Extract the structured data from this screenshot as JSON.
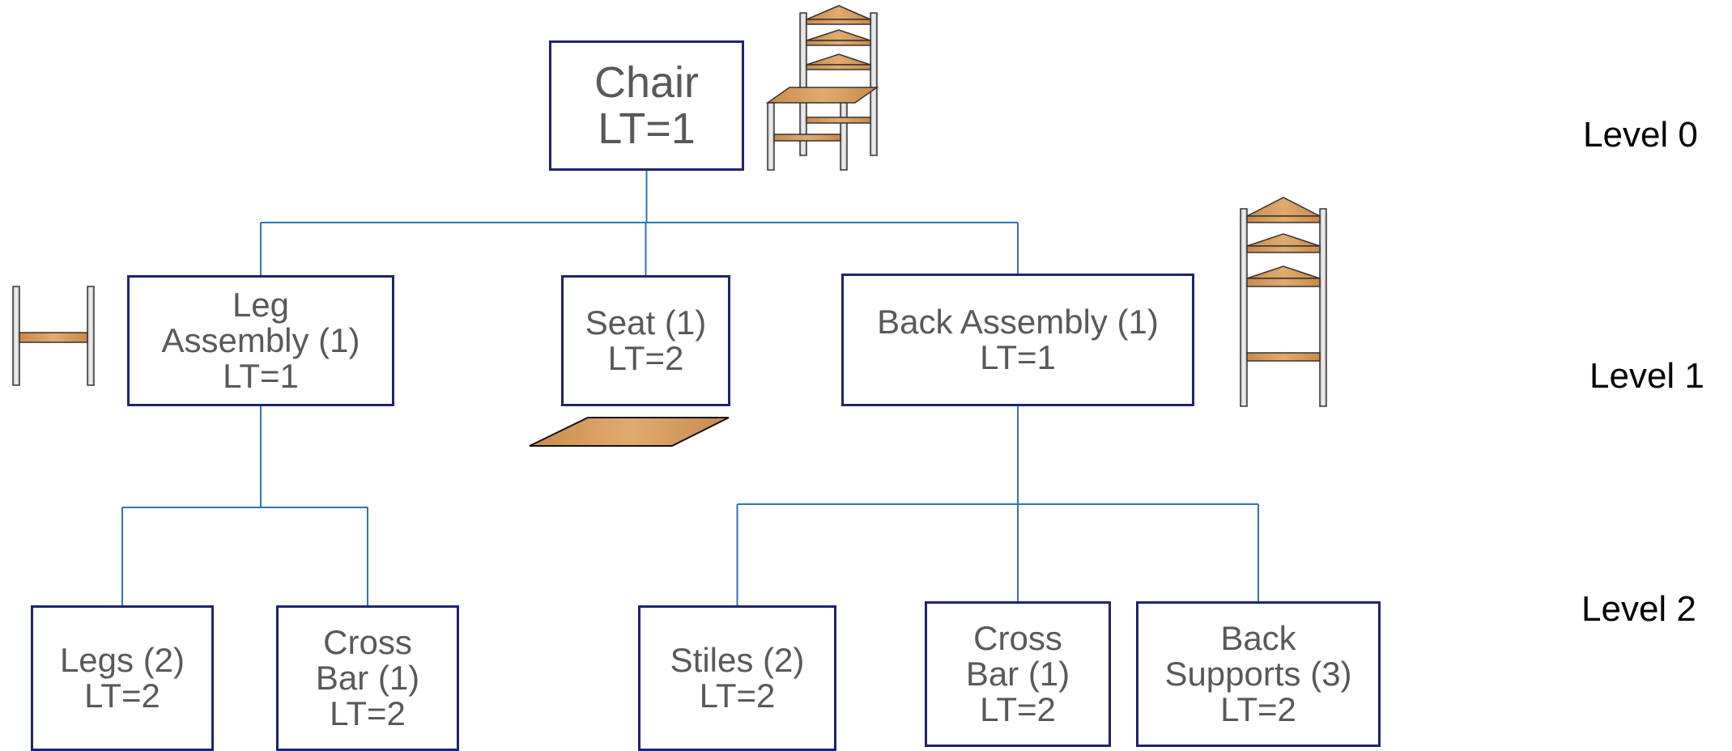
{
  "diagram": {
    "type": "bill-of-materials-tree",
    "colors": {
      "box_border": "#1f2370",
      "connector": "#2e75b6",
      "label_text": "#595959",
      "wood": "#d39a5c",
      "metal": "#d6d6d6"
    },
    "nodes": {
      "chair": {
        "lines": [
          "Chair",
          "LT=1"
        ]
      },
      "leg_asm": {
        "lines": [
          "Leg",
          "Assembly (1)",
          "LT=1"
        ]
      },
      "seat": {
        "lines": [
          "Seat (1)",
          "LT=2"
        ]
      },
      "back_asm": {
        "lines": [
          "Back Assembly (1)",
          "LT=1"
        ]
      },
      "legs": {
        "lines": [
          "Legs (2)",
          "LT=2"
        ]
      },
      "crossbar_a": {
        "lines": [
          "Cross",
          "Bar (1)",
          "LT=2"
        ]
      },
      "stiles": {
        "lines": [
          "Stiles (2)",
          "LT=2"
        ]
      },
      "crossbar_b": {
        "lines": [
          "Cross",
          "Bar (1)",
          "LT=2"
        ]
      },
      "back_supp": {
        "lines": [
          "Back",
          "Supports (3)",
          "LT=2"
        ]
      }
    },
    "edges": [
      [
        "chair",
        "leg_asm"
      ],
      [
        "chair",
        "seat"
      ],
      [
        "chair",
        "back_asm"
      ],
      [
        "leg_asm",
        "legs"
      ],
      [
        "leg_asm",
        "crossbar_a"
      ],
      [
        "back_asm",
        "stiles"
      ],
      [
        "back_asm",
        "crossbar_b"
      ],
      [
        "back_asm",
        "back_supp"
      ]
    ],
    "levels": [
      "Level 0",
      "Level 1",
      "Level 2"
    ],
    "illustrations": [
      "chair-illustration",
      "leg-assembly-illustration",
      "seat-illustration",
      "back-assembly-illustration"
    ]
  }
}
